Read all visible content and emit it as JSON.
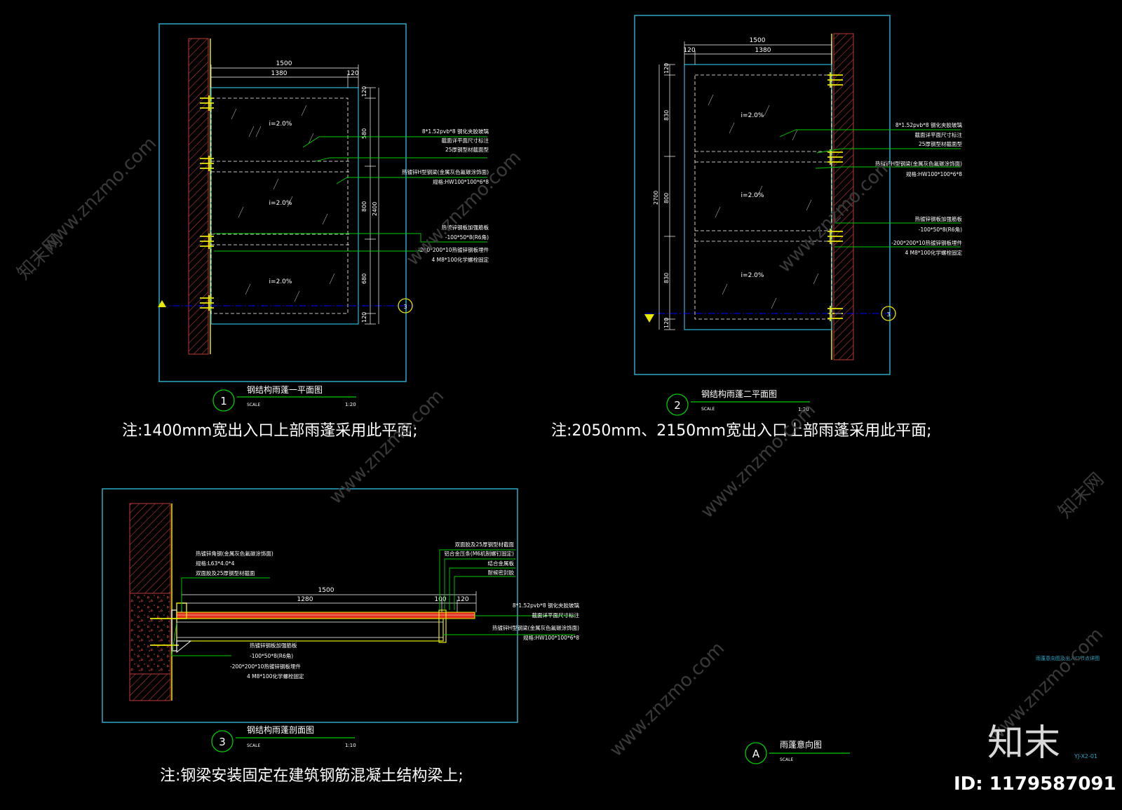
{
  "colors": {
    "background": "#000000",
    "frame": "#2aa8c8",
    "dim": "#ffffff",
    "leader": "#00cc00",
    "wall": "#d04040",
    "wall_edge": "#e8e800",
    "bolt": "#e8e800",
    "glass_line": "#00b0d0",
    "axis": "#0000ff",
    "axis_marker": "#e8e800",
    "label": "#ffffff",
    "red_fill": "#e03020"
  },
  "view1": {
    "badge": "1",
    "title": "钢结构雨蓬一平面图",
    "scale_label": "SCALE",
    "scale_value": "1:20",
    "note": "注:1400mm宽出入口上部雨蓬采用此平面;",
    "dims_top": [
      "1500",
      "1380",
      "120"
    ],
    "dims_right": [
      "120",
      "580",
      "800",
      "680",
      "120"
    ],
    "dim_total": "2400",
    "slopes": [
      "i=2.0%",
      "i=2.0%",
      "i=2.0%"
    ],
    "callouts": [
      [
        "8*1.52pvb*8 钢化夹胶玻璃",
        "截面详平面尺寸标注",
        "25厚钢型材截面型"
      ],
      [
        "热镀锌H型钢梁(金属灰色氟碳涂饰面)",
        "规格:HW100*100*6*8"
      ],
      [
        "热镀锌钢板加强筋板",
        "-100*50*8(R6角)",
        "-200*200*10热镀锌钢板埋件",
        "4 M8*100化学螺栓固定"
      ]
    ],
    "axis_label": "3"
  },
  "view2": {
    "badge": "2",
    "title": "钢结构雨蓬二平面图",
    "scale_label": "SCALE",
    "scale_value": "1:20",
    "note": "注:2050mm、2150mm宽出入口上部雨蓬采用此平面;",
    "dims_top": [
      "1500",
      "120",
      "1380"
    ],
    "dims_left": [
      "120",
      "830",
      "800",
      "830",
      "120"
    ],
    "dim_total": "2700",
    "slopes": [
      "i=2.0%",
      "i=2.0%",
      "i=2.0%"
    ],
    "callouts": [
      [
        "8*1.52pvb*8 钢化夹胶玻璃",
        "截面详平面尺寸标注",
        "25厚钢型材截面型"
      ],
      [
        "热镀锌H型钢梁(金属灰色氟碳涂饰面)",
        "规格:HW100*100*6*8"
      ],
      [
        "热镀锌钢板加强筋板",
        "-100*50*8(R6角)",
        "-200*200*10热镀锌钢板埋件",
        "4 M8*100化学螺栓固定"
      ]
    ],
    "axis_label": "3"
  },
  "view3": {
    "badge": "3",
    "title": "钢结构雨蓬剖面图",
    "scale_label": "SCALE",
    "scale_value": "1:10",
    "note": "注:钢梁安装固定在建筑钢筋混凝土结构梁上;",
    "dims_top": [
      "1500",
      "1280",
      "100",
      "120"
    ],
    "callouts_left": [
      "热镀锌角钢(金属灰色氟碳涂饰面)",
      "规格:L63*4.0*4",
      "双面胶及25厚钢型材截面"
    ],
    "callouts_top_right": [
      "双面胶及25厚钢型材截面",
      "铝合金压条(M6机制螺钉固定)",
      "结合金属板",
      "耐候密封胶"
    ],
    "callouts_right": [
      [
        "8*1.52pvb*8 钢化夹胶玻璃",
        "截面详平面尺寸标注"
      ],
      [
        "热镀锌H型钢梁(金属灰色氟碳涂饰面)",
        "规格:HW100*100*6*8"
      ]
    ],
    "callouts_bottom": [
      "热镀锌钢板加强筋板",
      "-100*50*8(R6角)",
      "-200*200*10热镀锌钢板埋件",
      "4 M8*100化学螺栓固定"
    ]
  },
  "viewA": {
    "badge": "A",
    "title": "雨蓬意向图",
    "scale_label": "SCALE",
    "side_text": "雨蓬意向图及出入口节点详图"
  },
  "sheet_code": "YJ-X2-01",
  "watermark": {
    "brand": "知末",
    "site": "www.znzmo.com",
    "site_cn": "知末网",
    "id_text": "ID: 1179587091"
  }
}
